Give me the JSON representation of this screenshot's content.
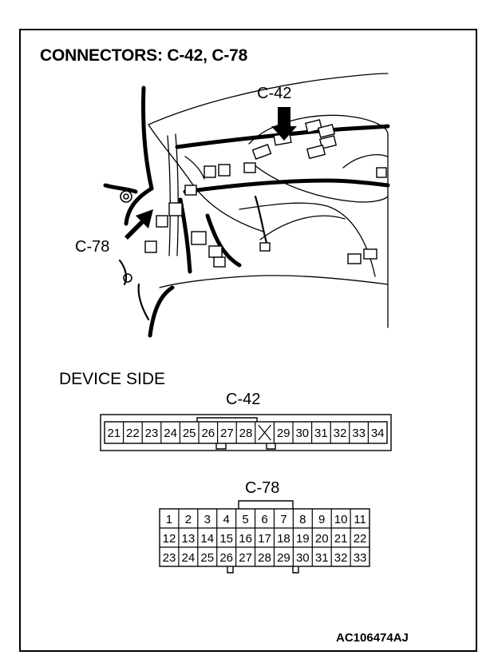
{
  "title": "CONNECTORS: C-42, C-78",
  "illustration": {
    "callout_c42": "C-42",
    "callout_c78": "C-78"
  },
  "device_side_label": "DEVICE SIDE",
  "connector_c42": {
    "label": "C-42",
    "pins": [
      "21",
      "22",
      "23",
      "24",
      "25",
      "26",
      "27",
      "28",
      "",
      "29",
      "30",
      "31",
      "32",
      "33",
      "34"
    ]
  },
  "connector_c78": {
    "label": "C-78",
    "rows": [
      [
        "1",
        "2",
        "3",
        "4",
        "5",
        "6",
        "7",
        "8",
        "9",
        "10",
        "11"
      ],
      [
        "12",
        "13",
        "14",
        "15",
        "16",
        "17",
        "18",
        "19",
        "20",
        "21",
        "22"
      ],
      [
        "23",
        "24",
        "25",
        "26",
        "27",
        "28",
        "29",
        "30",
        "31",
        "32",
        "33"
      ]
    ]
  },
  "figure_id": "AC106474AJ",
  "colors": {
    "line": "#000000",
    "background": "#ffffff"
  }
}
